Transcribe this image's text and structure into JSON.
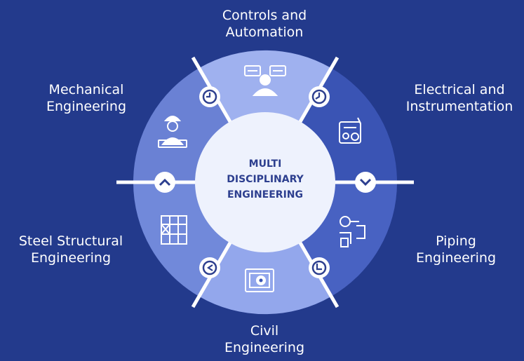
{
  "center": {
    "line1": "MULTI",
    "line2": "DISCIPLINARY",
    "line3": "ENGINEERING"
  },
  "segments": [
    {
      "line1": "Controls and",
      "line2": "Automation",
      "icon": "worker-control-panel-icon"
    },
    {
      "line1": "Electrical and",
      "line2": "Instrumentation",
      "icon": "electrical-tools-icon"
    },
    {
      "line1": "Piping",
      "line2": "Engineering",
      "icon": "piping-icon"
    },
    {
      "line1": "Civil",
      "line2": "Engineering",
      "icon": "blueprint-gear-icon"
    },
    {
      "line1": "Steel Structural",
      "line2": "Engineering",
      "icon": "steel-structure-icon"
    },
    {
      "line1": "Mechanical",
      "line2": "Engineering",
      "icon": "mechanical-engineer-icon"
    }
  ],
  "colors": {
    "background": "#233a8c",
    "segment_light": "#9fb1ef",
    "segment_mid": "#6f86d8",
    "segment_dark": "#3a54b4",
    "center_fill": "#eef2fd",
    "center_text": "#2d3f8f",
    "divider": "#ffffff"
  }
}
